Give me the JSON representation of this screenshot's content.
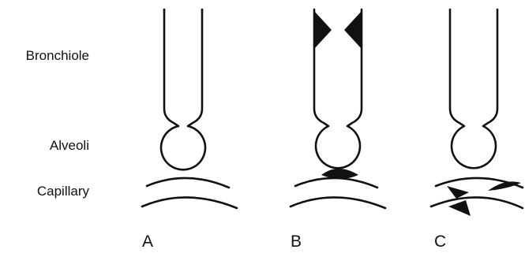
{
  "labels": {
    "bronchiole": "Bronchiole",
    "alveoli": "Alveoli",
    "capillary": "Capillary"
  },
  "panels": [
    {
      "letter": "A"
    },
    {
      "letter": "B"
    },
    {
      "letter": "C"
    }
  ],
  "colors": {
    "ink": "#111111",
    "background": "#ffffff"
  }
}
